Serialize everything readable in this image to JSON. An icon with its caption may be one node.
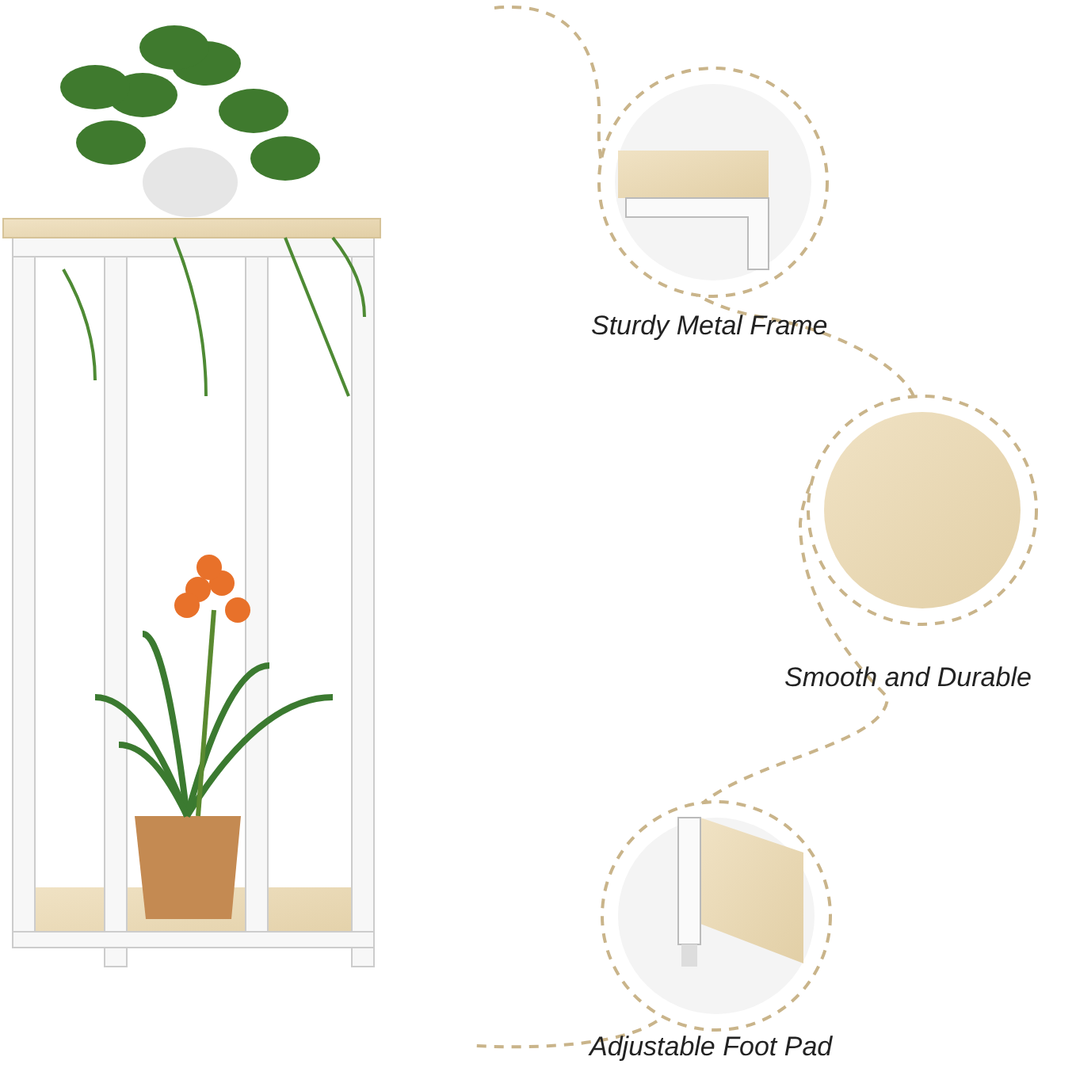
{
  "diagram": {
    "labels": [
      "Sturdy Metal Frame",
      "Smooth and Durable",
      "Adjustable Foot Pad"
    ]
  }
}
